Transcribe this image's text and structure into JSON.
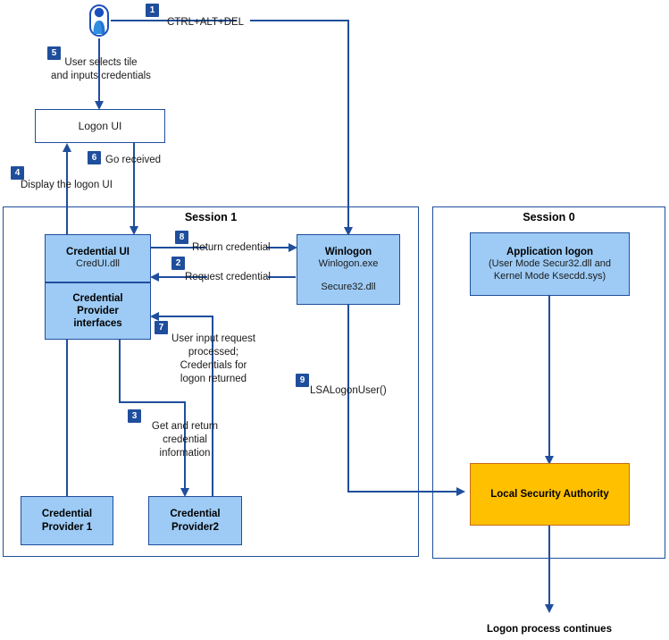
{
  "diagram": {
    "title": "Windows logon process flow",
    "colors": {
      "node_fill": "#9dcbf5",
      "node_border": "#1f4e9c",
      "lsa_fill": "#ffc000",
      "lsa_border": "#c46b1a",
      "badge_fill": "#1f4e9c",
      "line": "#1f4e9c"
    }
  },
  "containers": [
    {
      "id": "session1",
      "title": "Session 1"
    },
    {
      "id": "session0",
      "title": "Session 0"
    }
  ],
  "nodes": {
    "logon_ui": {
      "title": "Logon UI"
    },
    "credential_ui": {
      "title": "Credential UI",
      "sub": "CredUI.dll"
    },
    "credential_provider_interfaces": {
      "title": "Credential\nProvider\ninterfaces"
    },
    "winlogon": {
      "title": "Winlogon",
      "sub": "Winlogon.exe",
      "sub2": "Secure32.dll"
    },
    "credential_provider_1": {
      "title": "Credential\nProvider 1"
    },
    "credential_provider_2": {
      "title": "Credential\nProvider2"
    },
    "application_logon": {
      "title": "Application logon",
      "sub": "(User Mode Secur32.dll and\nKernel Mode Ksecdd.sys)"
    },
    "local_security_authority": {
      "title": "Local Security Authority"
    }
  },
  "steps": [
    {
      "number": "1",
      "label": "CTRL+ALT+DEL"
    },
    {
      "number": "2",
      "label": "Request credential"
    },
    {
      "number": "3",
      "label": "Get and return\ncredential\ninformation"
    },
    {
      "number": "4",
      "label": "Display the logon UI"
    },
    {
      "number": "5",
      "label": "User selects tile\nand inputs credentials"
    },
    {
      "number": "6",
      "label": "Go received"
    },
    {
      "number": "7",
      "label": "User input request\nprocessed;\nCredentials for\nlogon returned"
    },
    {
      "number": "8",
      "label": "Return credential"
    },
    {
      "number": "9",
      "label": "LSALogonUser()"
    }
  ],
  "footer": {
    "label": "Logon process continues"
  },
  "icons": {
    "user": "user-person-icon"
  }
}
